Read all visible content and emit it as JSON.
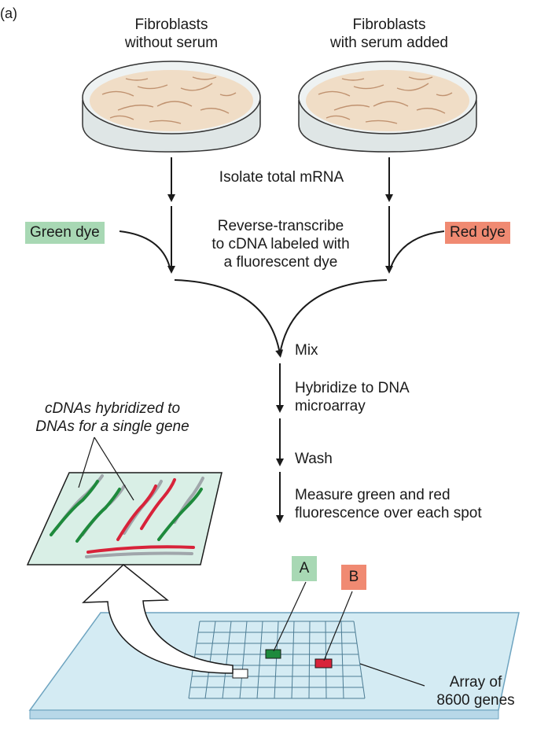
{
  "panel_label": "(a)",
  "dishes": {
    "left_label": "Fibroblasts\nwithout serum",
    "right_label": "Fibroblasts\nwith serum added"
  },
  "steps": {
    "isolate": "Isolate total mRNA",
    "reverse_transcribe": "Reverse-transcribe\nto cDNA labeled with\na fluorescent dye",
    "mix": "Mix",
    "hybridize": "Hybridize to DNA\nmicroarray",
    "wash": "Wash",
    "measure": "Measure green and red\nfluorescence over each spot"
  },
  "dyes": {
    "green_label": "Green dye",
    "green_color": "#a8d8b4",
    "red_label": "Red dye",
    "red_color": "#f08a72"
  },
  "inset_label": "cDNAs hybridized to\nDNAs for a single gene",
  "spots": {
    "a_label": "A",
    "b_label": "B"
  },
  "array_label": "Array of\n8600 genes",
  "colors": {
    "strand_green": "#1e8a3c",
    "strand_red": "#d8233a",
    "strand_gray": "#a0a6ab",
    "slide": "#d4ebf3",
    "inset": "#d9efe6"
  }
}
